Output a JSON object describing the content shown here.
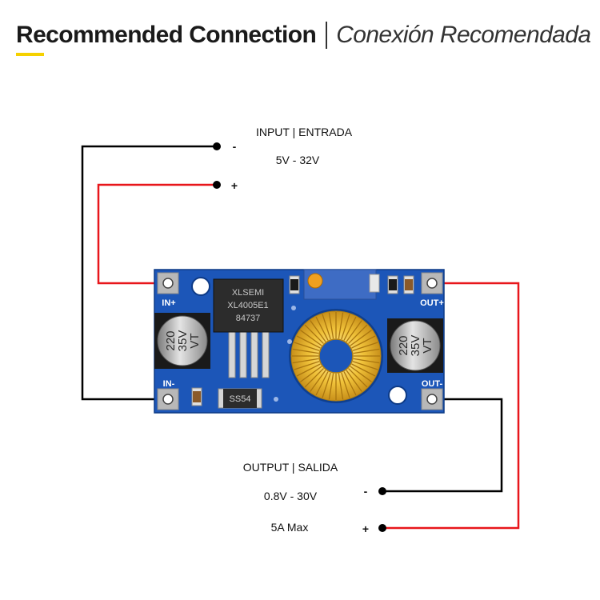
{
  "header": {
    "title_en": "Recommended Connection",
    "title_es": "Conexión Recomendada",
    "accent_color": "#f5d100"
  },
  "input": {
    "label": "INPUT | ENTRADA",
    "voltage": "5V - 32V",
    "minus": "-",
    "plus": "+"
  },
  "output": {
    "label": "OUTPUT | SALIDA",
    "voltage": "0.8V - 30V",
    "current": "5A Max",
    "minus": "-",
    "plus": "+"
  },
  "board": {
    "pins": {
      "in_plus": "IN+",
      "in_minus": "IN-",
      "out_plus": "OUT+",
      "out_minus": "OUT-"
    },
    "chip_lines": [
      "XLSEMI",
      "XL4005E1",
      "84737"
    ],
    "capacitor_lines": [
      "220",
      "35V",
      "VT"
    ],
    "diode_label": "SS54",
    "pcb_color": "#1c56b8"
  },
  "wires": {
    "negative_color": "#000000",
    "positive_color": "#e8161b"
  }
}
